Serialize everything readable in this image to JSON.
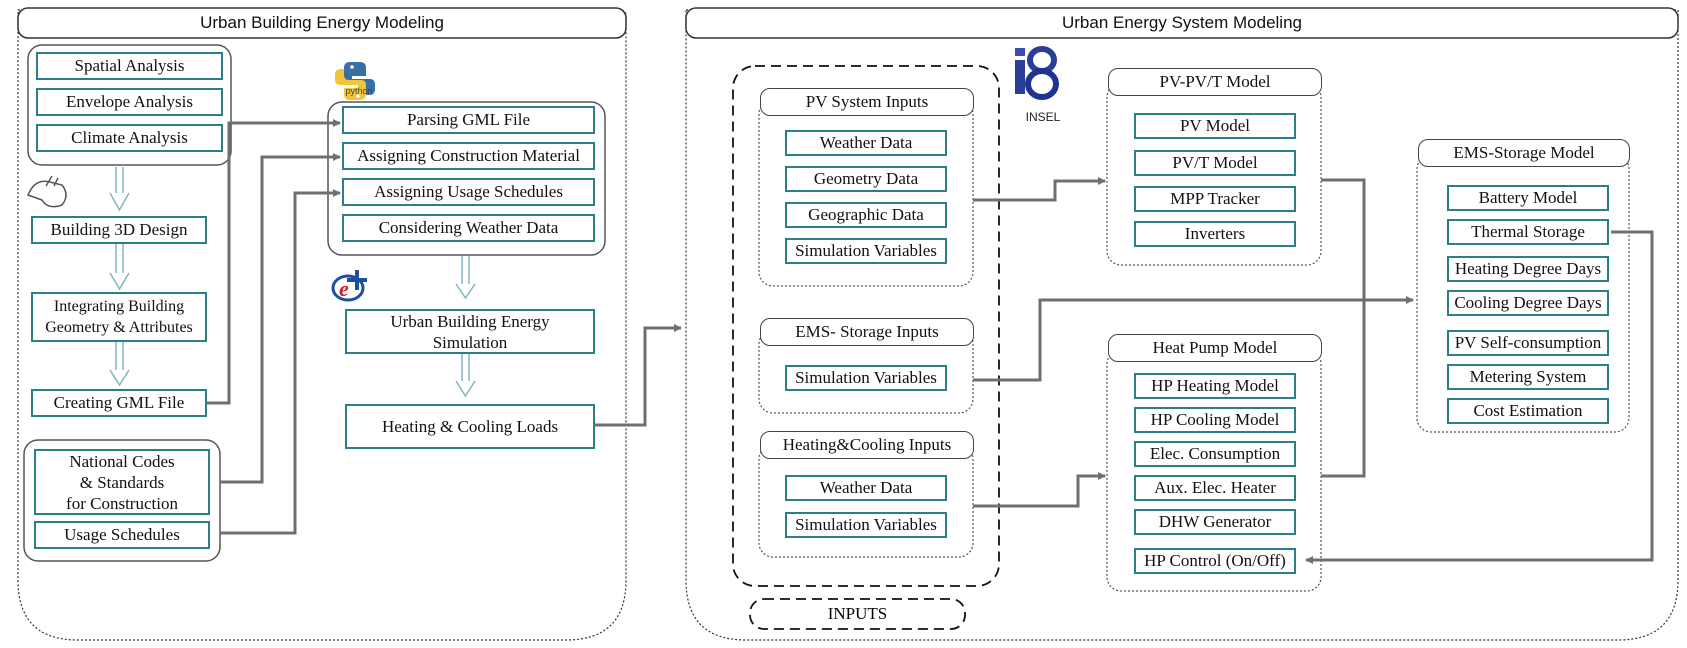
{
  "ubem": {
    "title": "Urban Building Energy Modeling",
    "analysis": [
      "Spatial Analysis",
      "Envelope Analysis",
      "Climate Analysis"
    ],
    "design": "Building 3D Design",
    "integrating": [
      "Integrating Building",
      "Geometry & Attributes"
    ],
    "gml": "Creating GML File",
    "codes": [
      "National Codes",
      "& Standards",
      "for Construction"
    ],
    "usage": "Usage Schedules",
    "python_label": "python",
    "python_steps": [
      "Parsing GML File",
      "Assigning Construction Material",
      "Assigning Usage Schedules",
      "Considering Weather Data"
    ],
    "simulation": [
      "Urban Building Energy",
      "Simulation"
    ],
    "loads": "Heating & Cooling Loads"
  },
  "uesm": {
    "title": "Urban Energy System Modeling",
    "insel_label": "INSEL",
    "inputs_label": "INPUTS",
    "pv_inputs": {
      "header": "PV System Inputs",
      "items": [
        "Weather Data",
        "Geometry Data",
        "Geographic Data",
        "Simulation Variables"
      ]
    },
    "ems_inputs": {
      "header": "EMS- Storage Inputs",
      "items": [
        "Simulation Variables"
      ]
    },
    "hc_inputs": {
      "header": "Heating&Cooling Inputs",
      "items": [
        "Weather Data",
        "Simulation Variables"
      ]
    },
    "pv_model": {
      "header": "PV-PV/T Model",
      "items": [
        "PV Model",
        "PV/T Model",
        "MPP Tracker",
        "Inverters"
      ]
    },
    "hp_model": {
      "header": "Heat Pump Model",
      "items": [
        "HP Heating Model",
        "HP Cooling Model",
        "Elec. Consumption",
        "Aux. Elec. Heater",
        "DHW Generator",
        "HP Control (On/Off)"
      ]
    },
    "ems_model": {
      "header": "EMS-Storage Model",
      "items": [
        "Battery Model",
        "Thermal Storage",
        "Heating Degree Days",
        "Cooling Degree Days",
        "PV Self-consumption",
        "Metering System",
        "Cost Estimation"
      ]
    }
  },
  "colors": {
    "box_border": "#2c7f89",
    "line": "#777777",
    "frame": "#333333"
  }
}
